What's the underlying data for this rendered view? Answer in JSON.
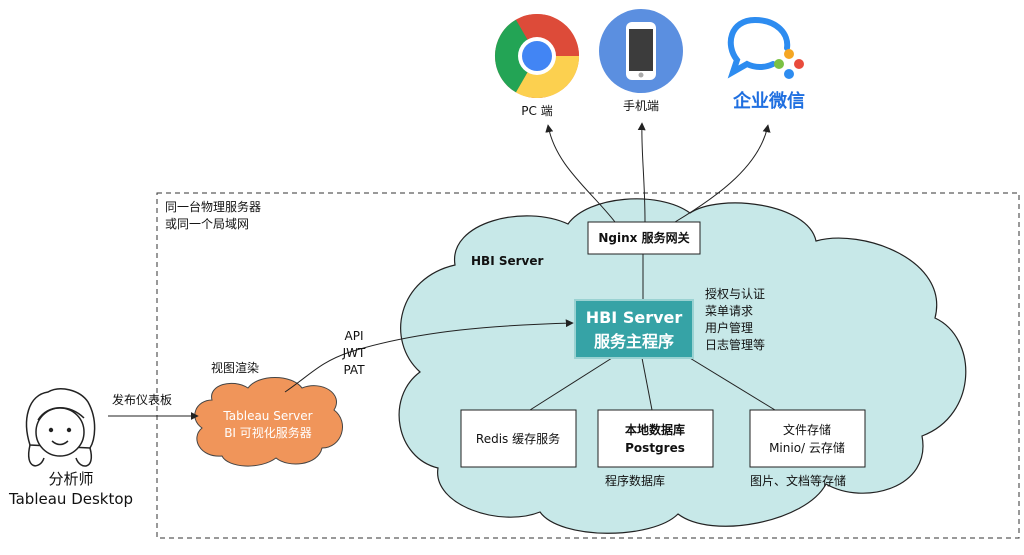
{
  "boundary": {
    "label_line1": "同一台物理服务器",
    "label_line2": "或同一个局域网"
  },
  "clients": {
    "pc": {
      "label": "PC 端",
      "icon": "chrome-icon"
    },
    "mobile": {
      "label": "手机端",
      "icon": "smartphone-icon"
    },
    "wecom": {
      "label": "企业微信",
      "icon": "wecom-icon"
    }
  },
  "server_cloud": {
    "title": "HBI Server",
    "gateway": "Nginx 服务网关",
    "main_line1": "HBI Server",
    "main_line2": "服务主程序",
    "features": [
      "授权与认证",
      "菜单请求",
      "用户管理",
      "日志管理等"
    ]
  },
  "services": {
    "redis": {
      "label": "Redis 缓存服务"
    },
    "db": {
      "line1": "本地数据库",
      "line2": "Postgres",
      "caption": "程序数据库"
    },
    "storage": {
      "line1": "文件存储",
      "line2": "Minio/ 云存储",
      "caption": "图片、文档等存储"
    }
  },
  "tableau": {
    "line1": "Tableau Server",
    "line2": "BI 可视化服务器",
    "caption": "视图渲染",
    "api_labels": [
      "API",
      "JWT",
      "PAT"
    ]
  },
  "analyst": {
    "name": "分析师",
    "tool": "Tableau Desktop",
    "publish_label": "发布仪表板",
    "icon": "user-face-icon"
  },
  "colors": {
    "cloud_fill": "#c7e8e8",
    "main_box": "#36a3a6",
    "tableau_fill": "#f0955a",
    "wecom_blue": "#1f6fe0"
  }
}
